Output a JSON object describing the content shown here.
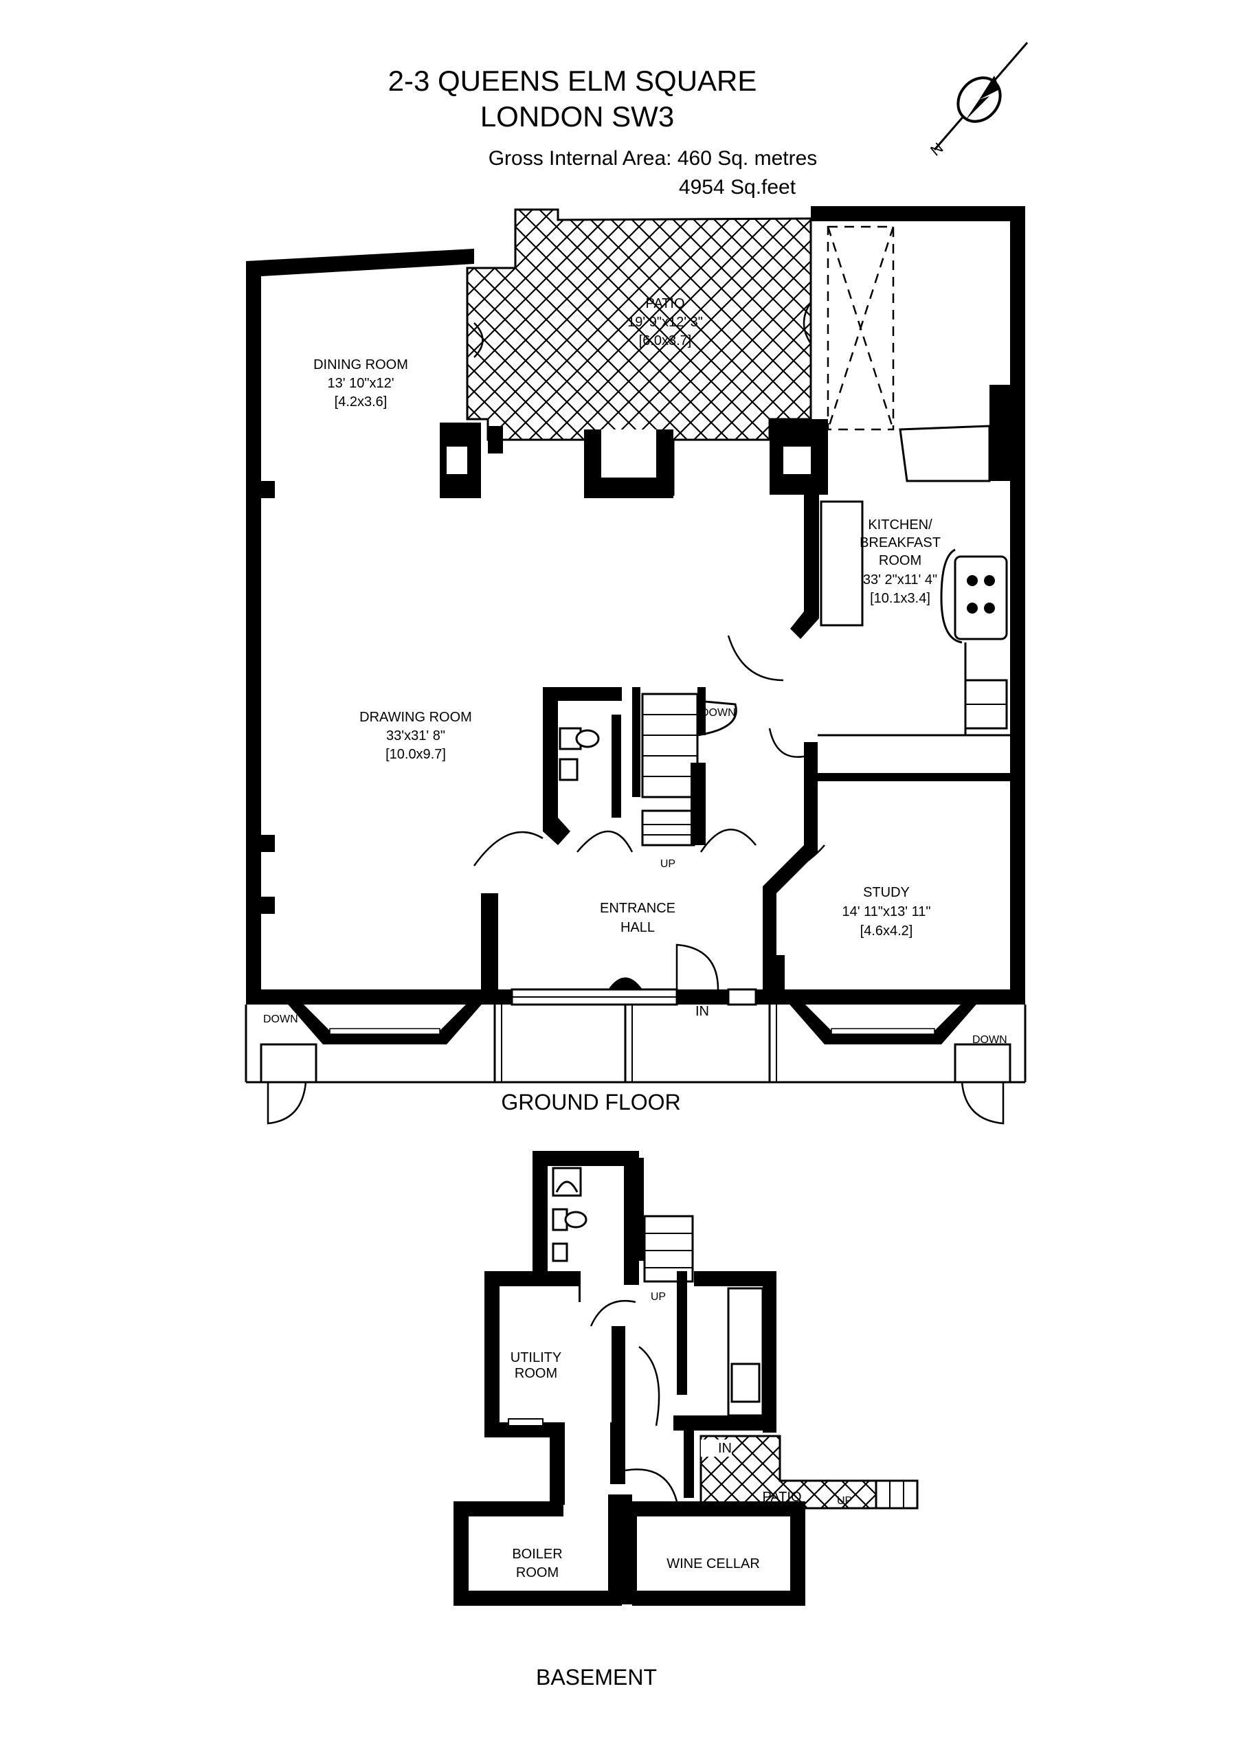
{
  "header": {
    "title_line1": "2-3 QUEENS ELM SQUARE",
    "title_line2": "LONDON SW3",
    "area_line1": "Gross Internal Area: 460 Sq. metres",
    "area_line2": "4954 Sq.feet"
  },
  "compass": {
    "label": "N"
  },
  "ground_floor": {
    "label": "GROUND FLOOR",
    "rooms": {
      "patio": {
        "name": "PATIO",
        "imperial": "19' 9\"x12' 3\"",
        "metric": "[6.0x3.7]"
      },
      "dining": {
        "name": "DINING ROOM",
        "imperial": "13' 10\"x12'",
        "metric": "[4.2x3.6]"
      },
      "kitchen": {
        "name_l1": "KITCHEN/",
        "name_l2": "BREAKFAST",
        "name_l3": "ROOM",
        "imperial": "33' 2\"x11' 4\"",
        "metric": "[10.1x3.4]"
      },
      "drawing": {
        "name": "DRAWING ROOM",
        "imperial": "33'x31' 8\"",
        "metric": "[10.0x9.7]"
      },
      "study": {
        "name": "STUDY",
        "imperial": "14' 11\"x13' 11\"",
        "metric": "[4.6x4.2]"
      },
      "entrance": {
        "name_l1": "ENTRANCE",
        "name_l2": "HALL"
      }
    },
    "markers": {
      "down_stair": "DOWN",
      "up_stair": "UP",
      "entry": "IN",
      "down_left": "DOWN",
      "down_right": "DOWN"
    }
  },
  "basement": {
    "label": "BASEMENT",
    "rooms": {
      "utility": {
        "name_l1": "UTILITY",
        "name_l2": "ROOM"
      },
      "boiler": {
        "name_l1": "BOILER",
        "name_l2": "ROOM"
      },
      "wine": {
        "name": "WINE CELLAR"
      },
      "patio": {
        "name": "PATIO"
      }
    },
    "markers": {
      "up_stair": "UP",
      "entry": "IN",
      "patio_up": "UP"
    }
  }
}
